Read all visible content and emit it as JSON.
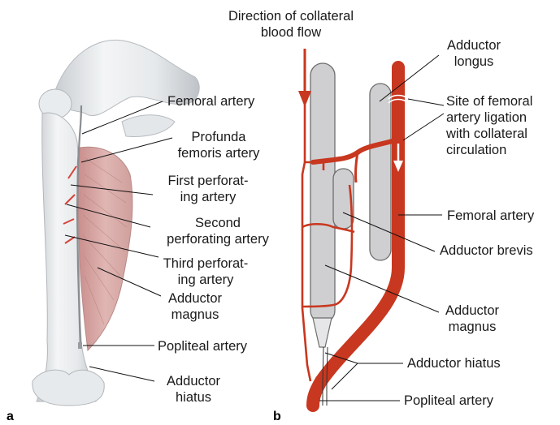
{
  "panel_a": {
    "letter": "a",
    "labels": {
      "femoral_artery": "Femoral artery",
      "profunda_1": "Profunda",
      "profunda_2": "femoris artery",
      "first_perf_1": "First perforat-",
      "first_perf_2": "ing artery",
      "second_perf_1": "Second",
      "second_perf_2": "perforating artery",
      "third_perf_1": "Third perforat-",
      "third_perf_2": "ing artery",
      "adductor_magnus_1": "Adductor",
      "adductor_magnus_2": "magnus",
      "popliteal_artery": "Popliteal artery",
      "adductor_hiatus_1": "Adductor",
      "adductor_hiatus_2": "hiatus"
    }
  },
  "panel_b": {
    "letter": "b",
    "labels": {
      "direction_1": "Direction of collateral",
      "direction_2": "blood flow",
      "adductor_longus_1": "Adductor",
      "adductor_longus_2": "longus",
      "ligation_1": "Site of femoral",
      "ligation_2": "artery ligation",
      "ligation_3": "with collateral",
      "ligation_4": "circulation",
      "femoral_artery": "Femoral artery",
      "adductor_brevis": "Adductor brevis",
      "adductor_magnus_1": "Adductor",
      "adductor_magnus_2": "magnus",
      "adductor_hiatus": "Adductor hiatus",
      "popliteal_artery": "Popliteal artery"
    }
  },
  "colors": {
    "artery": "#c8371f",
    "muscle": "#cfcfd1",
    "muscle_stroke": "#6e6e6e",
    "bone": "#eceff1",
    "bone_shadow": "#c9cdd1",
    "magnus": "#d8a8a6",
    "leader": "#111111"
  }
}
